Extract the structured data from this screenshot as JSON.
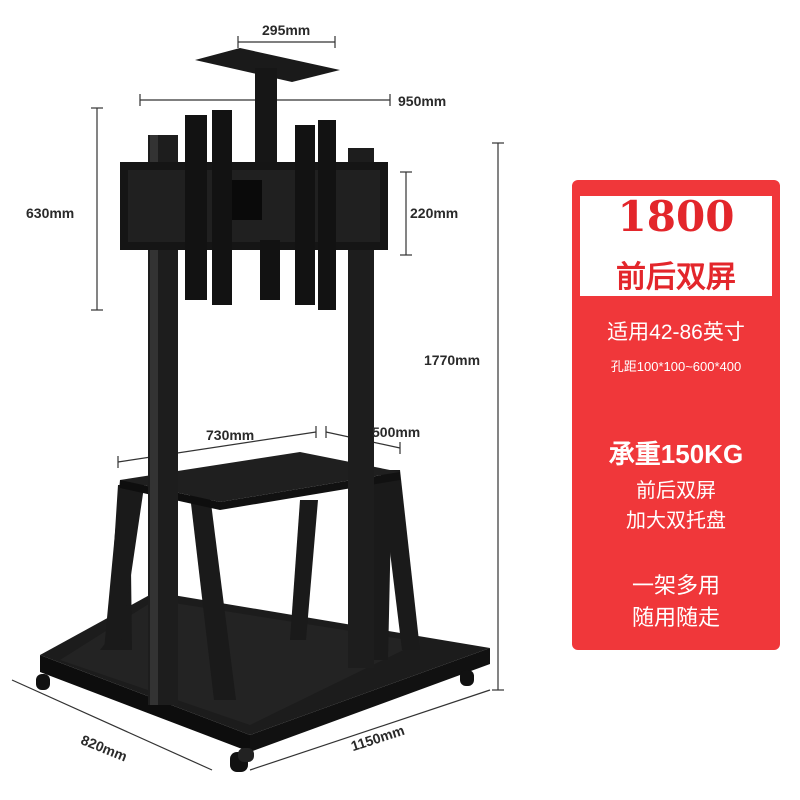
{
  "dimensions": {
    "top_plate_width": "295mm",
    "overall_width": "950mm",
    "mount_height_range": "630mm",
    "bracket_height": "220mm",
    "total_height": "1770mm",
    "tray_width": "730mm",
    "tray_depth": "500mm",
    "base_depth": "820mm",
    "base_width": "1150mm"
  },
  "panel": {
    "model": "1800",
    "headline": "前后双屏",
    "fit_range": "适用42-86英寸",
    "vesa": "孔距100*100~600*400",
    "load": "承重150KG",
    "feature_1": "前后双屏",
    "feature_2": "加大双托盘",
    "usage_1": "一架多用",
    "usage_2": "随用随走"
  },
  "colors": {
    "panel_bg": "#f0373a",
    "panel_header_text": "#e3262b",
    "stand": "#1a1a1a"
  }
}
